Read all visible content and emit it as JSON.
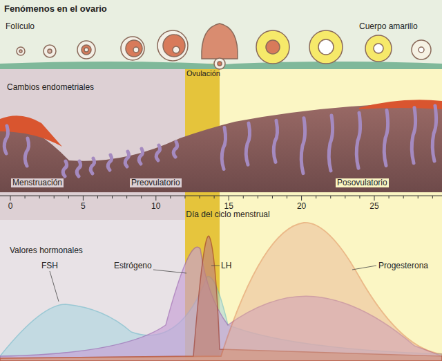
{
  "diagram": {
    "title": "Fenómenos en el ovario",
    "labels": [
      "Folículo",
      "Cuerpo amarillo",
      "Cambios endometriales",
      "Ovulación",
      "Menstruación",
      "Preovulatorio",
      "Posovulatorio",
      "0",
      "5",
      "10",
      "15",
      "20",
      "25",
      "Día del ciclo menstrual",
      "Valores hormonales",
      "FSH",
      "Estrógeno",
      "LH",
      "Progesterona"
    ]
  }
}
